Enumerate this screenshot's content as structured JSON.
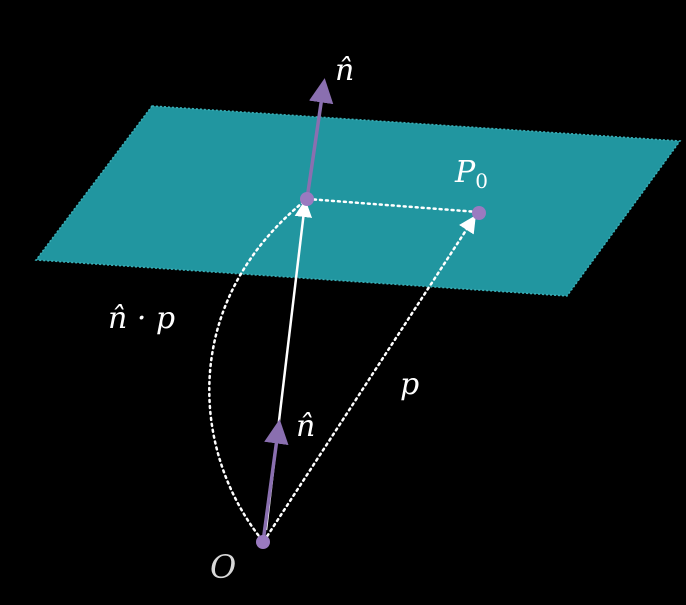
{
  "labels": {
    "normal_top": "n̂",
    "normal_bottom": "n̂",
    "point": "P",
    "point_subscript": "0",
    "position_vector": "p",
    "projection": "n̂ · p",
    "origin": "O"
  },
  "colors": {
    "background": "#000000",
    "plane": "#2196a0",
    "plane_edge": "#3ab0b8",
    "normal_vector": "#8a6fb0",
    "point_marker": "#9a7ac0",
    "dotted_line": "#ffffff",
    "projection_line": "#ffffff",
    "text": "#ffffff",
    "origin_text": "#d8d8d8"
  }
}
